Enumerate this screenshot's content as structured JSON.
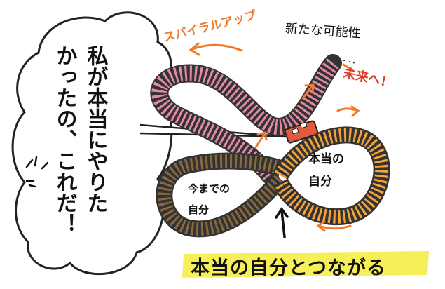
{
  "bubble": {
    "line1": "私が本当にやりた",
    "line2": "かったの、これだ！"
  },
  "labels": {
    "spiral": "スパイラルアップ",
    "new_potential": "新たな可能性",
    "future": "未来へ！",
    "true_self_1": "本当の",
    "true_self_2": "自分",
    "past_self_1": "今までの",
    "past_self_2": "自分",
    "caption": "本当の自分とつながる"
  },
  "colors": {
    "pink_track": "#e58aa6",
    "brown_track": "#8a6a3c",
    "orange_track": "#f2a33a",
    "arrow_orange": "#f07a2a",
    "highlight": "#f7ef58"
  }
}
